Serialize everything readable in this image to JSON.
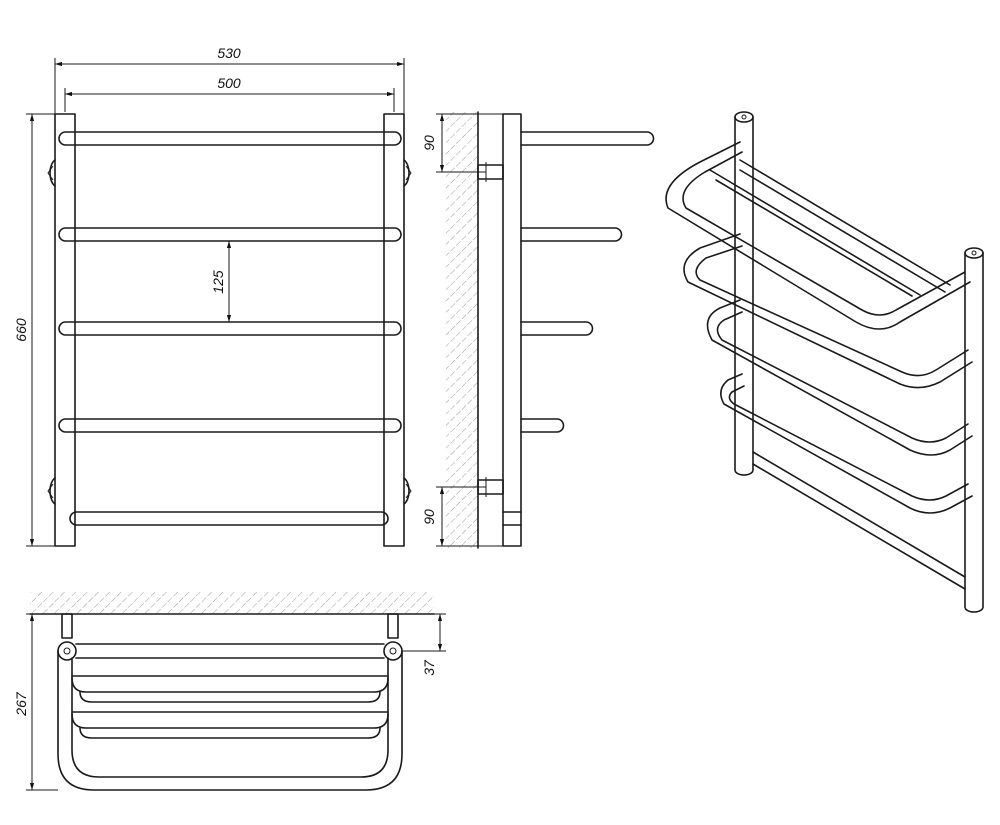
{
  "dimensions": {
    "overall_width": "530",
    "tube_spacing_width": "500",
    "height": "660",
    "rung_pitch": "125",
    "top_mount_offset": "90",
    "bottom_mount_offset": "90",
    "depth": "267",
    "wall_to_axis": "37"
  },
  "views": [
    "front-view",
    "side-view",
    "top-view",
    "isometric-view"
  ]
}
